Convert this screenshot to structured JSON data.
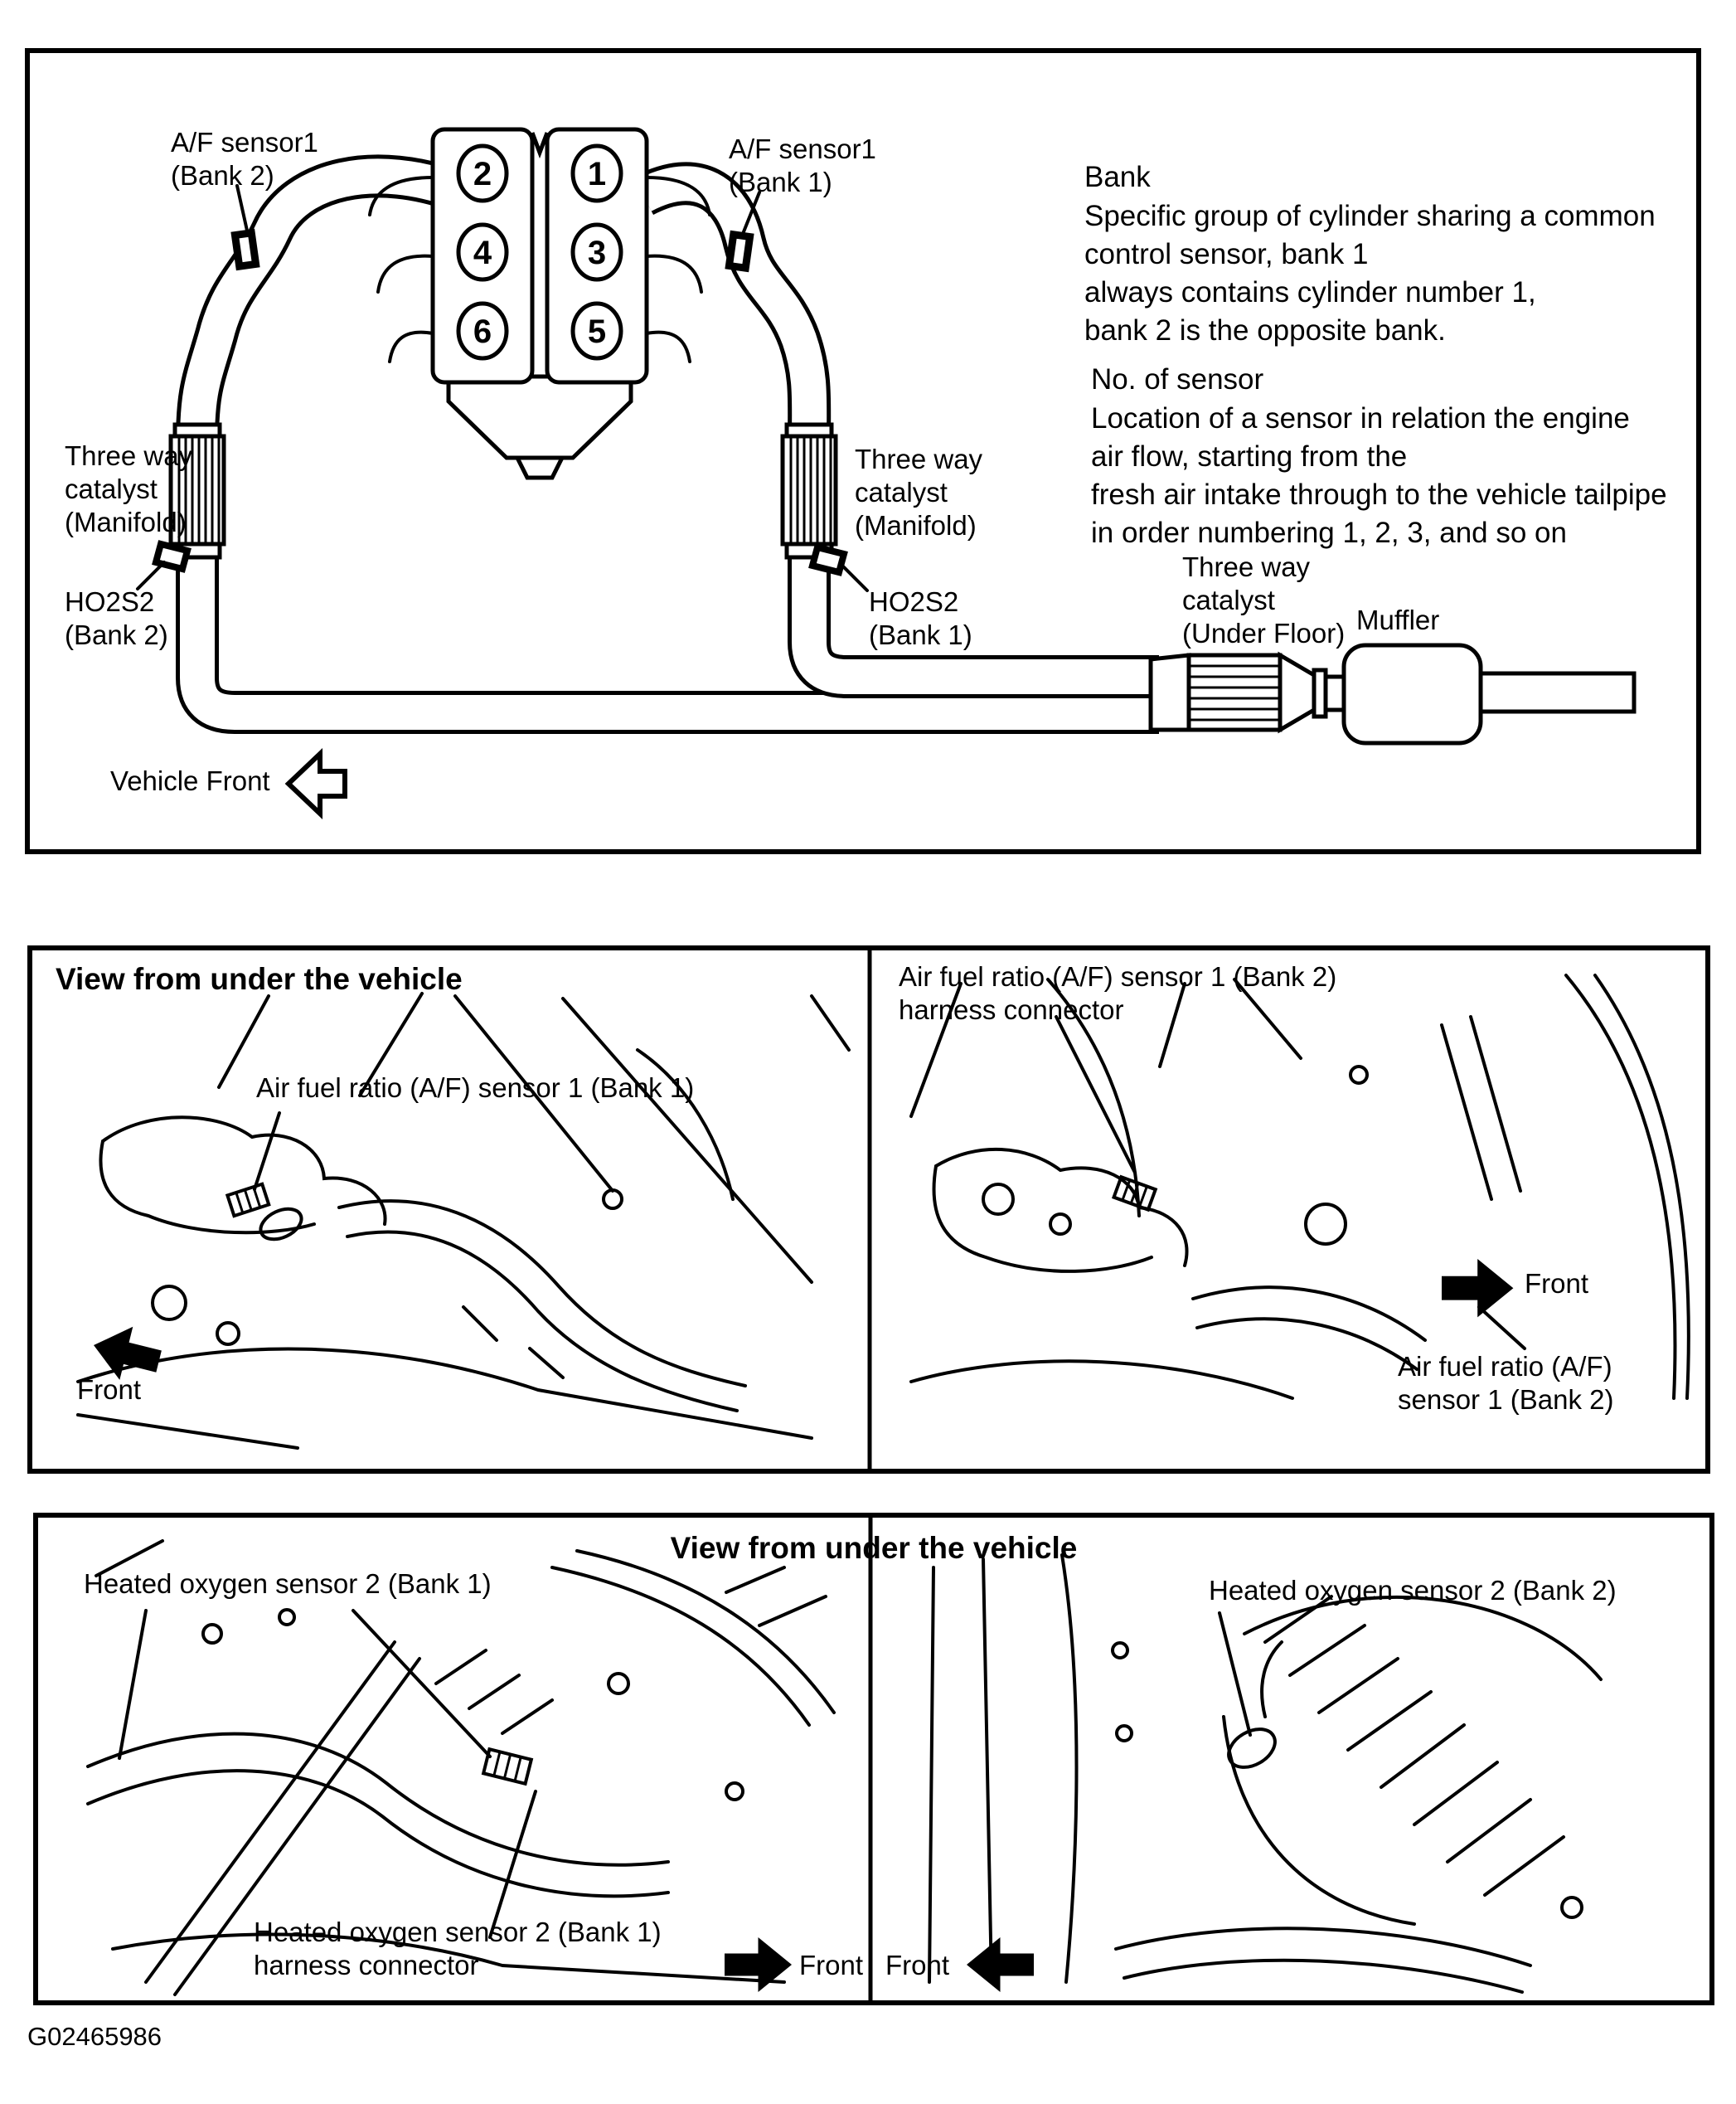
{
  "figure_id": "G02465986",
  "colors": {
    "line": "#000000",
    "background": "#ffffff"
  },
  "top_panel": {
    "af_sensor1_bank2": "A/F sensor1\n(Bank 2)",
    "af_sensor1_bank1": "A/F sensor1\n(Bank 1)",
    "twc_manifold_left": "Three way\ncatalyst\n(Manifold)",
    "twc_manifold_right": "Three way\ncatalyst\n(Manifold)",
    "ho2s2_bank2": "HO2S2\n(Bank 2)",
    "ho2s2_bank1": "HO2S2\n(Bank 1)",
    "twc_underfloor": "Three way\ncatalyst\n(Under Floor)",
    "muffler_label": "Muffler",
    "vehicle_front_label": "Vehicle Front",
    "cylinders": {
      "bank2": [
        "2",
        "4",
        "6"
      ],
      "bank1": [
        "1",
        "3",
        "5"
      ]
    },
    "bank_note_title": "Bank",
    "bank_note_body": "Specific group of cylinder sharing a common\ncontrol sensor, bank 1\nalways contains cylinder number 1,\nbank 2 is the opposite bank.",
    "sensor_note_title": "No. of sensor",
    "sensor_note_body": "Location of a sensor in relation the engine\nair flow, starting from the\nfresh air intake through to the vehicle tailpipe\nin order numbering 1, 2, 3, and so on"
  },
  "middle_panel": {
    "left": {
      "header": "View from under the vehicle",
      "sensor_label": "Air fuel ratio (A/F) sensor 1 (Bank 1)",
      "front_label": "Front"
    },
    "right": {
      "harness_label": "Air fuel ratio (A/F) sensor 1 (Bank 2)\nharness connector",
      "front_label": "Front",
      "sensor_label": "Air fuel ratio (A/F)\nsensor 1 (Bank 2)"
    }
  },
  "bottom_panel": {
    "header": "View from under the vehicle",
    "left": {
      "sensor_label": "Heated oxygen sensor 2 (Bank 1)",
      "harness_label": "Heated oxygen sensor 2 (Bank 1)\nharness connector",
      "front_label": "Front"
    },
    "right": {
      "sensor_label": "Heated oxygen sensor 2 (Bank 2)",
      "front_label": "Front"
    }
  }
}
